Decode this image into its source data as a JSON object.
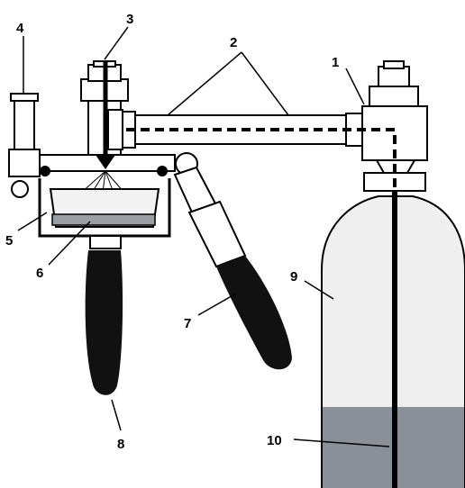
{
  "callouts": [
    {
      "id": "1",
      "text": "1"
    },
    {
      "id": "2",
      "text": "2"
    },
    {
      "id": "3",
      "text": "3"
    },
    {
      "id": "4",
      "text": "4"
    },
    {
      "id": "5",
      "text": "5"
    },
    {
      "id": "6",
      "text": "6"
    },
    {
      "id": "7",
      "text": "7"
    },
    {
      "id": "8",
      "text": "8"
    },
    {
      "id": "9",
      "text": "9"
    },
    {
      "id": "10",
      "text": "10"
    }
  ],
  "colors": {
    "outline": "#000000",
    "background": "#ffffff",
    "cylinder_gas": "#efefef",
    "cylinder_liquid": "#8a9097",
    "tray_liquid": "#9a9fa6",
    "tray_glass": "#f3f3f3",
    "handle": "#111111"
  }
}
